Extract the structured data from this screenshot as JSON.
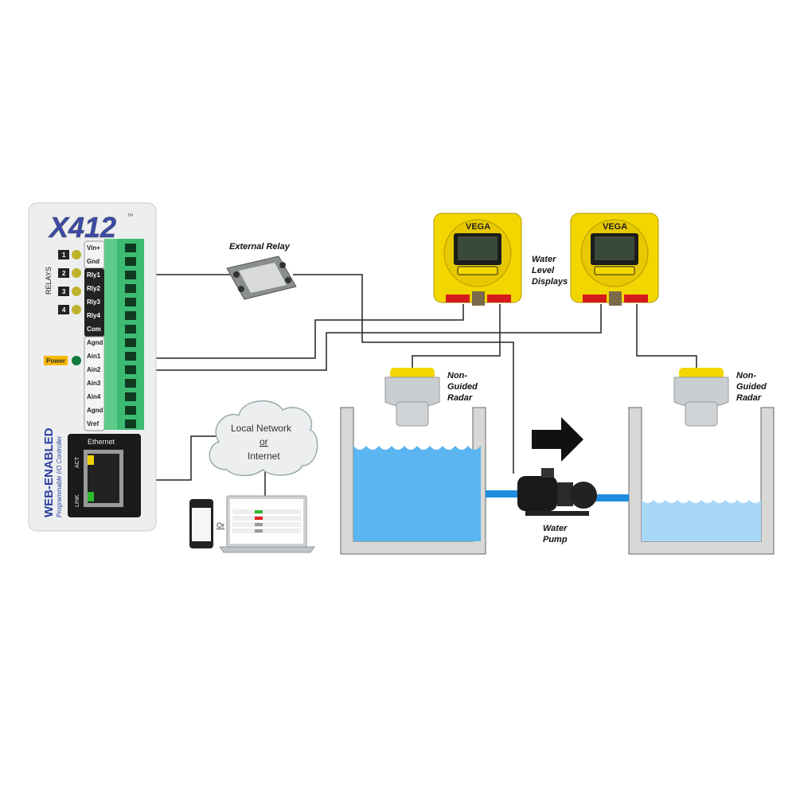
{
  "controller": {
    "brand": "X412",
    "trademark": "TM",
    "relays_label": "RELAYS",
    "relay_numbers": [
      "1",
      "2",
      "3",
      "4"
    ],
    "terminals": [
      "Vin+",
      "Gnd",
      "Rly1",
      "Rly2",
      "Rly3",
      "Rly4",
      "Com",
      "Agnd",
      "Ain1",
      "Ain2",
      "Ain3",
      "Ain4",
      "Agnd",
      "Vref"
    ],
    "power_label": "Power",
    "side_title": "WEB-ENABLED",
    "side_subtitle": "Programmable I/O Controller",
    "ethernet_label": "Ethernet",
    "act_label": "ACT",
    "link_label": "LINK"
  },
  "external_relay": {
    "label": "External Relay"
  },
  "displays": {
    "brand": "VEGA",
    "label_lines": [
      "Water",
      "Level",
      "Displays"
    ]
  },
  "radar_label_lines": [
    "Non-",
    "Guided",
    "Radar"
  ],
  "pump_label_lines": [
    "Water",
    "Pump"
  ],
  "network": {
    "line1": "Local Network",
    "line2": "or",
    "line3": "Internet",
    "or_label": "Or"
  },
  "colors": {
    "terminal_green": "#3dbb72",
    "vega_yellow": "#f2d600",
    "water_blue": "#5bb5f0",
    "wire": "#222222"
  }
}
